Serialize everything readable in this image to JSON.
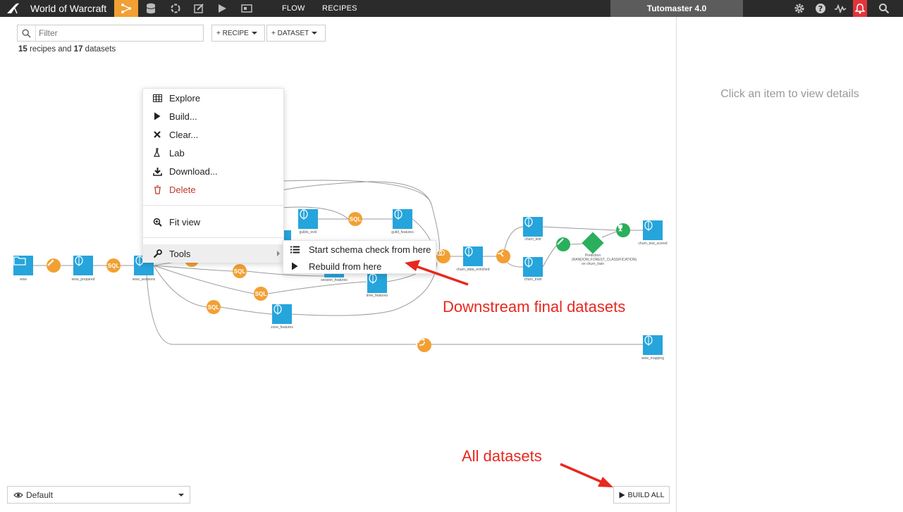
{
  "topbar": {
    "project_name": "World of Warcraft",
    "tabs": [
      "FLOW",
      "RECIPES"
    ],
    "instance_name": "Tutomaster 4.0",
    "nav_icons": [
      "flow-icon",
      "datasets-icon",
      "jobs-icon",
      "notebook-icon",
      "run-icon",
      "dashboard-icon"
    ],
    "right_icons": [
      "gear-icon",
      "help-icon",
      "activity-icon",
      "bell-icon",
      "search-icon"
    ],
    "accent": "#f2a033"
  },
  "toolbar": {
    "filter_placeholder": "Filter",
    "recipe_button": "+ RECIPE",
    "dataset_button": "+ DATASET"
  },
  "counts": {
    "recipes": "15",
    "recipes_text": "recipes and",
    "datasets": "17",
    "datasets_text": "datasets"
  },
  "right_panel": {
    "hint": "Click an item to view details"
  },
  "context_menu": {
    "items": [
      {
        "label": "Explore",
        "icon": "table-icon"
      },
      {
        "label": "Build...",
        "icon": "play-icon"
      },
      {
        "label": "Clear...",
        "icon": "close-icon"
      },
      {
        "label": "Lab",
        "icon": "flask-icon"
      },
      {
        "label": "Download...",
        "icon": "download-icon"
      },
      {
        "label": "Delete",
        "icon": "trash-icon"
      },
      {
        "label": "Fit view",
        "icon": "zoom-icon"
      },
      {
        "label": "Tools",
        "icon": "wrench-icon"
      }
    ],
    "submenu": [
      {
        "label": "Start schema check from here",
        "icon": "list-icon"
      },
      {
        "label": "Rebuild from here",
        "icon": "play-icon"
      }
    ]
  },
  "flow": {
    "recipe_label": "SQL",
    "dataset_labels": {
      "wow": "wow",
      "wow_prepared": "wow_prepared",
      "wow_sessions": "wow_sessions",
      "guilds_evol": "guilds_evol",
      "guild_features": "guild_features",
      "session_features": "session_features",
      "time_features": "time_features",
      "zone_features": "zone_features",
      "churn_data_enriched": "churn_data_enriched",
      "churn_test": "churn_test",
      "churn_train": "churn_train",
      "churn_test_scored": "churn_test_scored",
      "wow_mapping": "wow_mapping",
      "prediction": "Prediction (RANDOM_FOREST_CLASSIFICATION) on churn_train"
    }
  },
  "annotations": {
    "downstream": "Downstream final datasets",
    "all": "All datasets"
  },
  "bottom": {
    "view_select": "Default",
    "build_all": "BUILD ALL"
  }
}
